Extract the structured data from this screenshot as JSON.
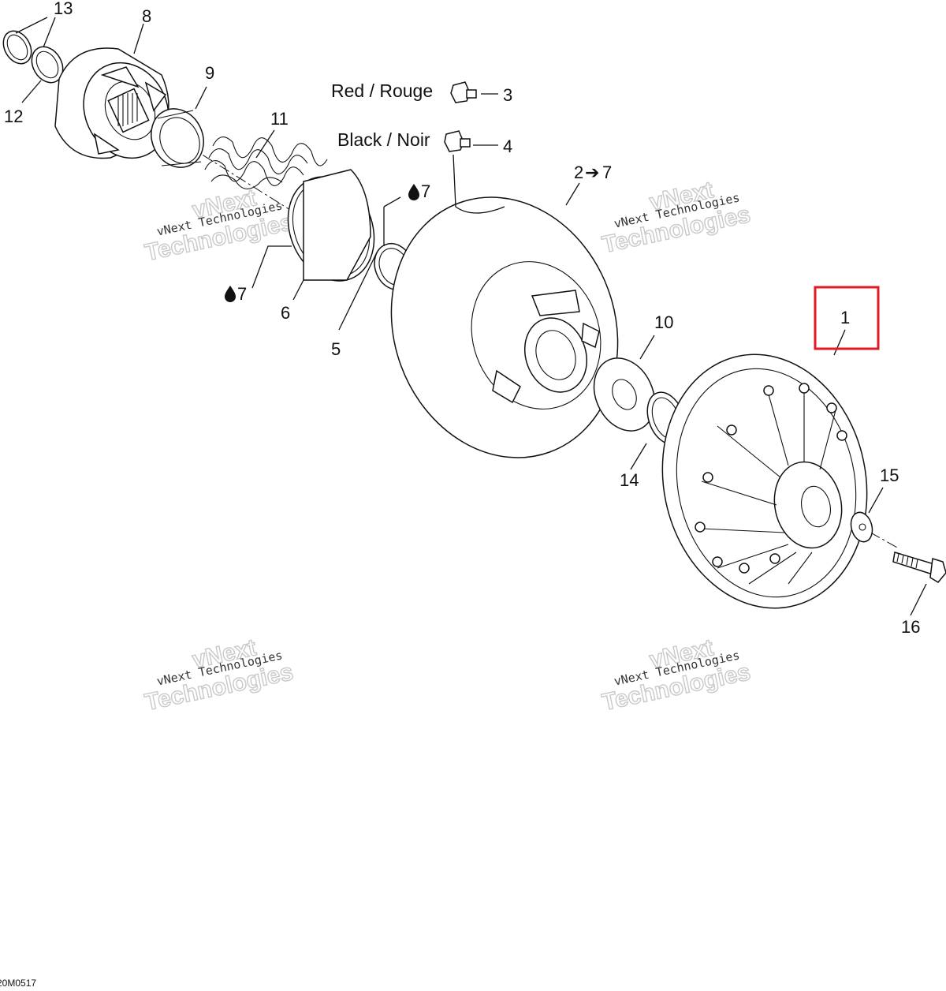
{
  "callouts": {
    "c1": "1",
    "c2": "2",
    "c2_arrow": "➔",
    "c2_ref": "7",
    "c3": "3",
    "c4": "4",
    "c5": "5",
    "c6": "6",
    "c6_ref": "7",
    "c5_ref": "7",
    "c8": "8",
    "c9": "9",
    "c10": "10",
    "c11": "11",
    "c12": "12",
    "c13": "13",
    "c14": "14",
    "c15": "15",
    "c16": "16"
  },
  "color_labels": {
    "red": "Red / Rouge",
    "black": "Black / Noir"
  },
  "watermark": {
    "line_small": "vNext Technologies",
    "big_top": "vNext",
    "big_bottom": "Technologies"
  },
  "diagram_code": "20M0517",
  "colors": {
    "line": "#111111",
    "highlight": "#e01b24",
    "watermark": "#c9c9c9"
  },
  "icons": {
    "lubricant": "drop-icon",
    "reference_arrow": "arrow-right-icon"
  }
}
